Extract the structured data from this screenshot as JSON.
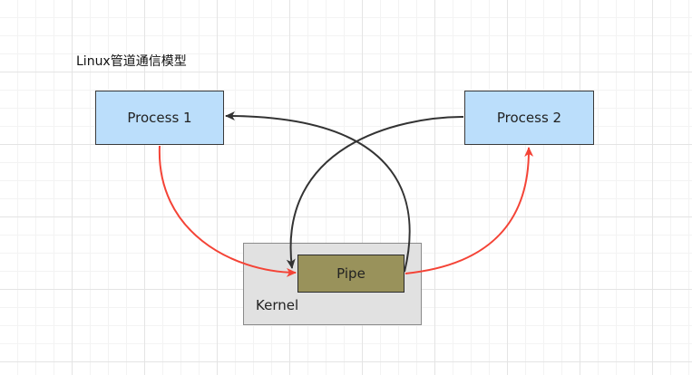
{
  "diagram": {
    "title": "Linux管道通信模型",
    "nodes": {
      "process1": "Process 1",
      "process2": "Process 2",
      "pipe": "Pipe",
      "kernel": "Kernel"
    },
    "edges": [
      {
        "from": "process1",
        "to": "pipe",
        "color": "#f44336"
      },
      {
        "from": "pipe",
        "to": "process2",
        "color": "#f44336"
      },
      {
        "from": "process2",
        "to": "pipe",
        "color": "#333333"
      },
      {
        "from": "pipe",
        "to": "process1",
        "color": "#333333"
      }
    ]
  },
  "colors": {
    "process_fill": "#bbdefb",
    "pipe_fill": "#99925b",
    "kernel_fill": "#e1e1e1",
    "write_arrow": "#f44336",
    "read_arrow": "#333333"
  }
}
